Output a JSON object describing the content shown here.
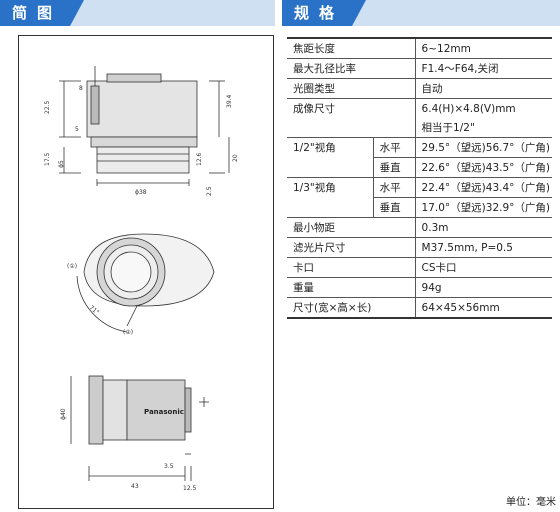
{
  "headers": {
    "left": "简图",
    "right": "规格"
  },
  "diagram": {
    "dims": {
      "d225": "22.5",
      "d8": "8",
      "d394": "39.4",
      "d5": "5",
      "d175": "17.5",
      "d5b": "ϕ5",
      "d12": "12.6",
      "d20": "20",
      "d38": "ϕ38",
      "d25": "2.5",
      "d71": "71°",
      "n1": "(①)",
      "n2": "(②)",
      "d40": "ϕ40",
      "d35": "3.5",
      "d43": "43",
      "d125": "12.5"
    },
    "brand": "Panasonic"
  },
  "spec": {
    "focal_label": "焦距长度",
    "focal_value": "6~12mm",
    "aperture_label": "最大孔径比率",
    "aperture_value": "F1.4～F64,关闭",
    "iris_label": "光圈类型",
    "iris_value": "自动",
    "image_label": "成像尺寸",
    "image_value": "6.4(H)×4.8(V)mm",
    "image_value2": "相当于1/2\"",
    "half_label": "1/2\"视角",
    "horiz": "水平",
    "vert": "垂直",
    "half_h": "29.5°（望远)56.7°（广角)",
    "half_v": "22.6°（望远)43.5°（广角)",
    "third_label": "1/3\"视角",
    "third_h": "22.4°（望远)43.4°（广角)",
    "third_v": "17.0°（望远)32.9°（广角)",
    "mod_label": "最小物距",
    "mod_value": "0.3m",
    "filter_label": "滤光片尺寸",
    "filter_value": "M37.5mm, P=0.5",
    "mount_label": "卡口",
    "mount_value": "CS卡口",
    "weight_label": "重量",
    "weight_value": "94g",
    "size_label": "尺寸(宽×高×长)",
    "size_value": "64×45×56mm"
  },
  "unit": "单位：毫米"
}
